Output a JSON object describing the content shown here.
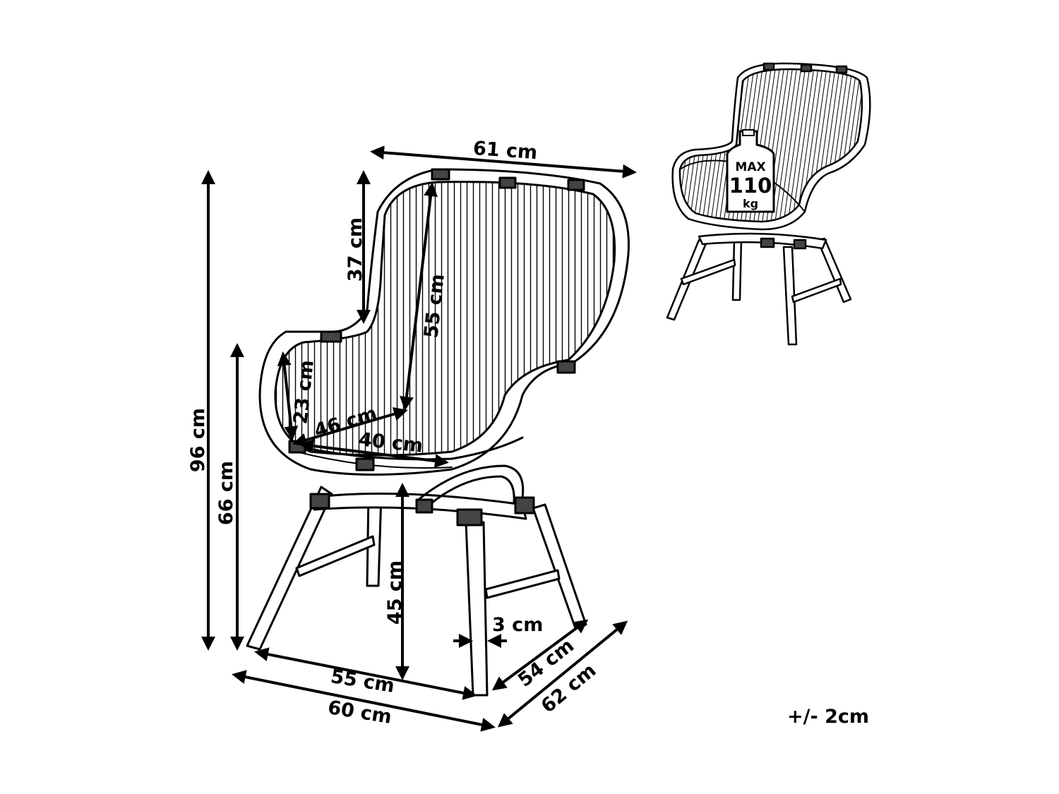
{
  "dimensions": {
    "width_top": "61 cm",
    "backrest_height": "37 cm",
    "backrest_length": "55 cm",
    "total_height": "96 cm",
    "arm_height": "66 cm",
    "armrest_height": "23 cm",
    "seat_width_diag": "46 cm",
    "seat_depth": "40 cm",
    "seat_height": "45 cm",
    "leg_thickness": "3 cm",
    "footprint_depth_inner": "54 cm",
    "footprint_depth_outer": "62 cm",
    "footprint_width_inner": "55 cm",
    "footprint_width_outer": "60 cm"
  },
  "load_badge": {
    "label": "MAX",
    "value": "110",
    "unit": "kg"
  },
  "tolerance": "+/- 2cm"
}
